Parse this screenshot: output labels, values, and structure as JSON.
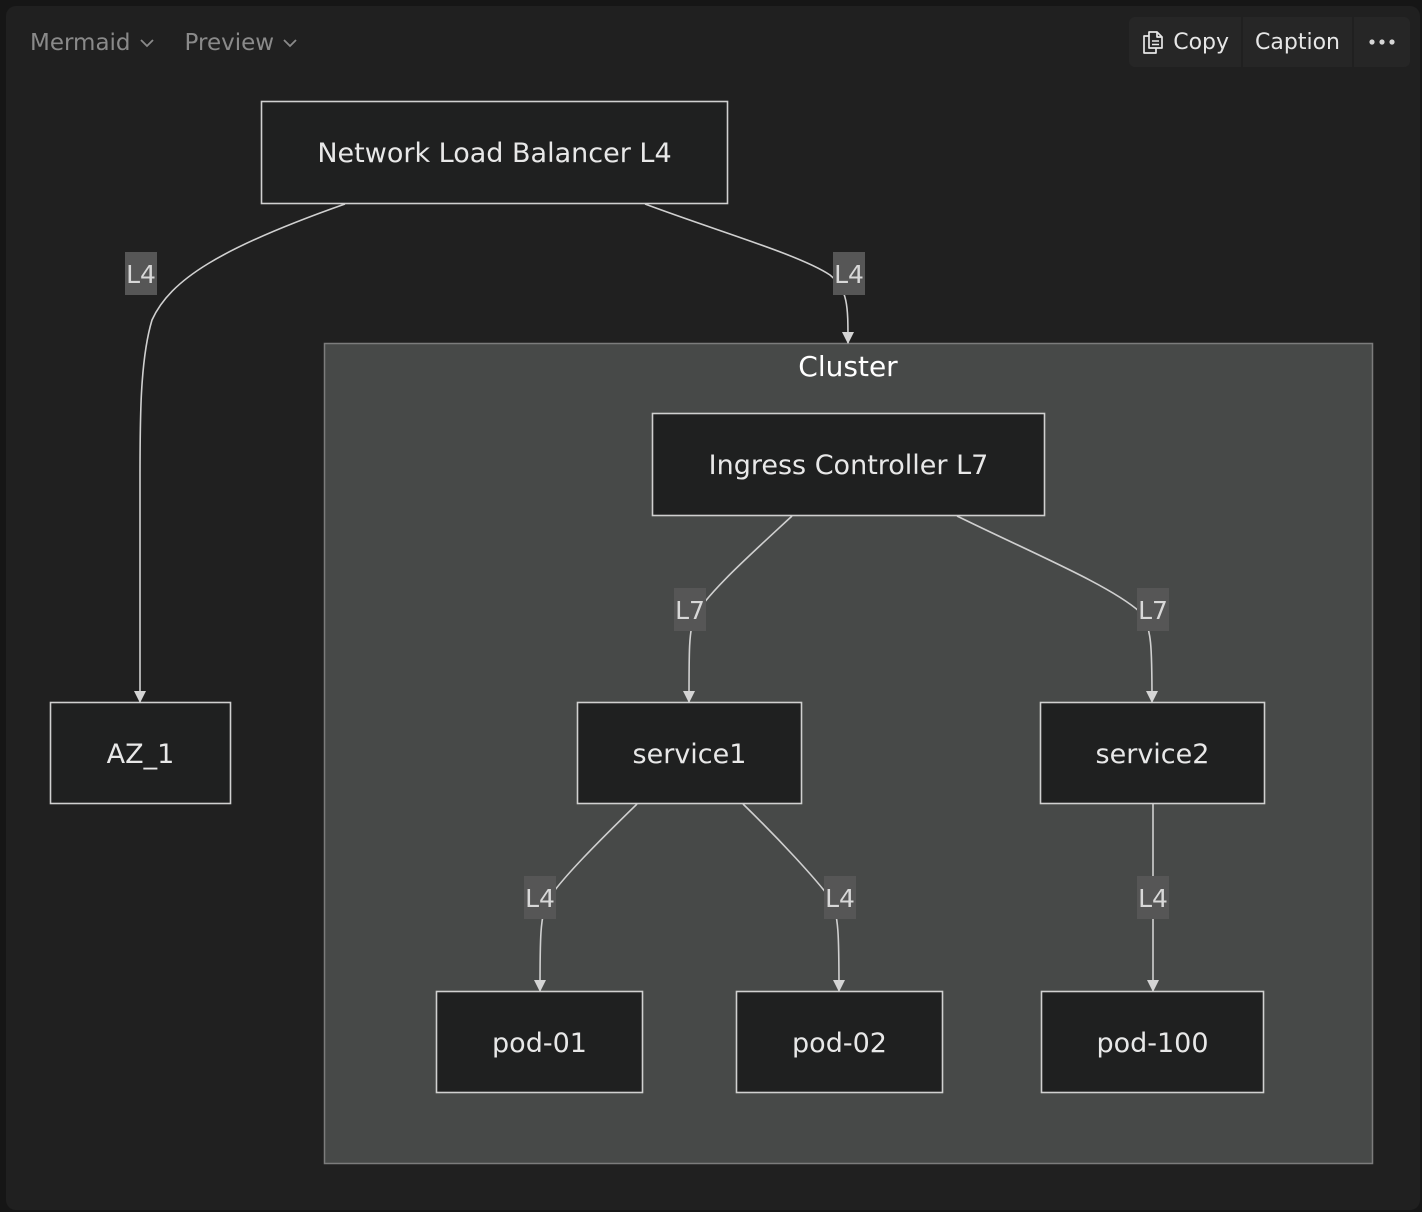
{
  "toolbar": {
    "language_label": "Mermaid",
    "view_label": "Preview",
    "copy_label": "Copy",
    "caption_label": "Caption",
    "more_icon": "ellipsis-icon",
    "copy_icon": "copy-icon"
  },
  "colors": {
    "background": "#202020",
    "cluster_fill": "#474948",
    "node_fill": "#1f2020",
    "stroke": "#d0d0d0",
    "edge_label_bg": "#565656"
  },
  "diagram": {
    "cluster": {
      "label": "Cluster"
    },
    "nodes": {
      "nlb": "Network Load Balancer L4",
      "az": "AZ_1",
      "ingress": "Ingress Controller L7",
      "service1": "service1",
      "service2": "service2",
      "pod01": "pod-01",
      "pod02": "pod-02",
      "pod100": "pod-100"
    },
    "edges": {
      "nlb_to_az": "L4",
      "nlb_to_cluster": "L4",
      "ingress_to_service1": "L7",
      "ingress_to_service2": "L7",
      "service1_to_pod01": "L4",
      "service1_to_pod02": "L4",
      "service2_to_pod100": "L4"
    }
  }
}
